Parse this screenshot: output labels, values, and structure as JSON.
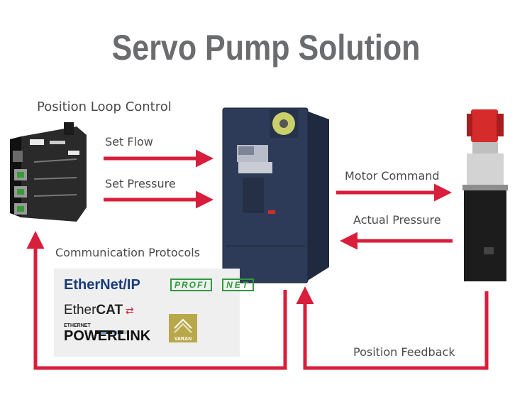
{
  "title": "Servo Pump Solution",
  "labels": {
    "position_loop": "Position Loop Control",
    "set_flow": "Set Flow",
    "set_pressure": "Set Pressure",
    "motor_command": "Motor Command",
    "actual_pressure": "Actual Pressure",
    "communication": "Communication Protocols",
    "position_feedback": "Position Feedback"
  },
  "protocols": {
    "ethernetip_a": "EtherN",
    "ethernetip_b": "et/IP",
    "ethercat_a": "Ether",
    "ethercat_b": "CAT",
    "powerlink_top": "ETHERNET",
    "powerlink_main": "POWERLINK",
    "profi": "PROFI",
    "net": "NET",
    "varan": "VARAN"
  },
  "colors": {
    "arrow": "#d81e3a",
    "title": "#6b6c6e",
    "drive": "#2c3a55",
    "motor_cap": "#d62b2b"
  }
}
